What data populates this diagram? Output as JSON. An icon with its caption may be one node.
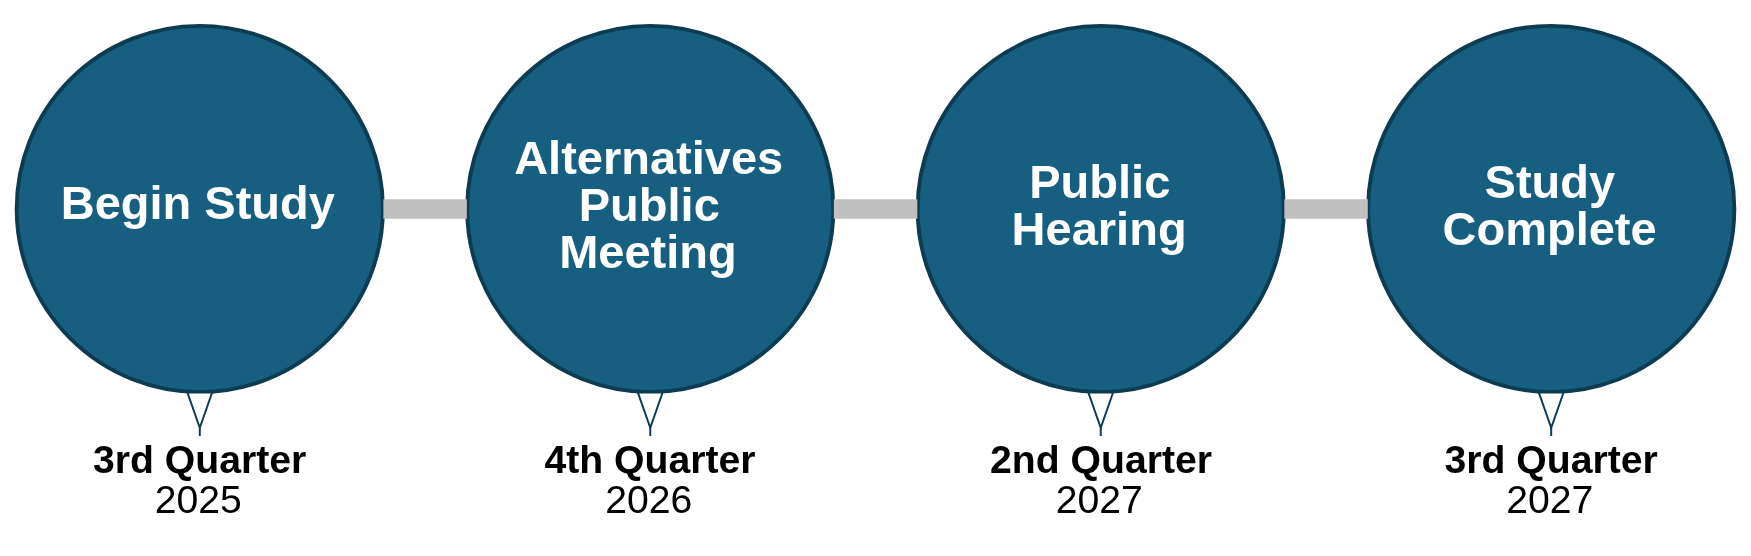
{
  "diagram": {
    "nodes": [
      {
        "text": [
          "Begin Study"
        ],
        "beside": [
          "3rd Quarter",
          "2025"
        ]
      },
      {
        "text": [
          "Alternatives Public Meeting"
        ],
        "beside": [
          "4th Quarter",
          "2026"
        ]
      },
      {
        "text": [
          "Public Hearing"
        ],
        "beside": [
          "2nd Quarter",
          "2027"
        ]
      },
      {
        "text": [
          "Study Complete"
        ],
        "beside": [
          "3rd Quarter",
          "2027"
        ]
      }
    ],
    "edges": [
      {
        "from": 0,
        "to": 1,
        "arrow": "none"
      },
      {
        "from": 1,
        "to": 2,
        "arrow": "none"
      },
      {
        "from": 2,
        "to": 3,
        "arrow": "none"
      }
    ]
  }
}
